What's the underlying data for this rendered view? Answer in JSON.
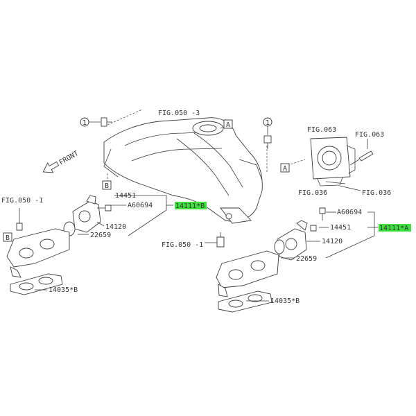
{
  "colors": {
    "highlight": "#3de03d",
    "ink": "#333333"
  },
  "labels": {
    "fig050_3": "FIG.050 -3",
    "fig063_a": "FIG.063",
    "fig063_b": "FIG.063",
    "fig036_a": "FIG.036",
    "fig036_b": "FIG.036",
    "fig050_1_left": "FIG.050 -1",
    "fig050_1_mid": "FIG.050 -1",
    "front": "FRONT",
    "ref_a_top": "A",
    "ref_a_right": "A",
    "ref_b_upper": "B",
    "ref_b_left": "B",
    "ref_1_left": "1",
    "ref_1_right": "1",
    "left_14451": "14451",
    "left_a60694": "A60694",
    "left_14111b": "14111*B",
    "left_14120": "14120",
    "left_22659": "22659",
    "left_14035b": "14035*B",
    "right_a60694": "A60694",
    "right_14451": "14451",
    "right_14111a": "14111*A",
    "right_14120": "14120",
    "right_22659": "22659",
    "right_14035b": "14035*B"
  }
}
